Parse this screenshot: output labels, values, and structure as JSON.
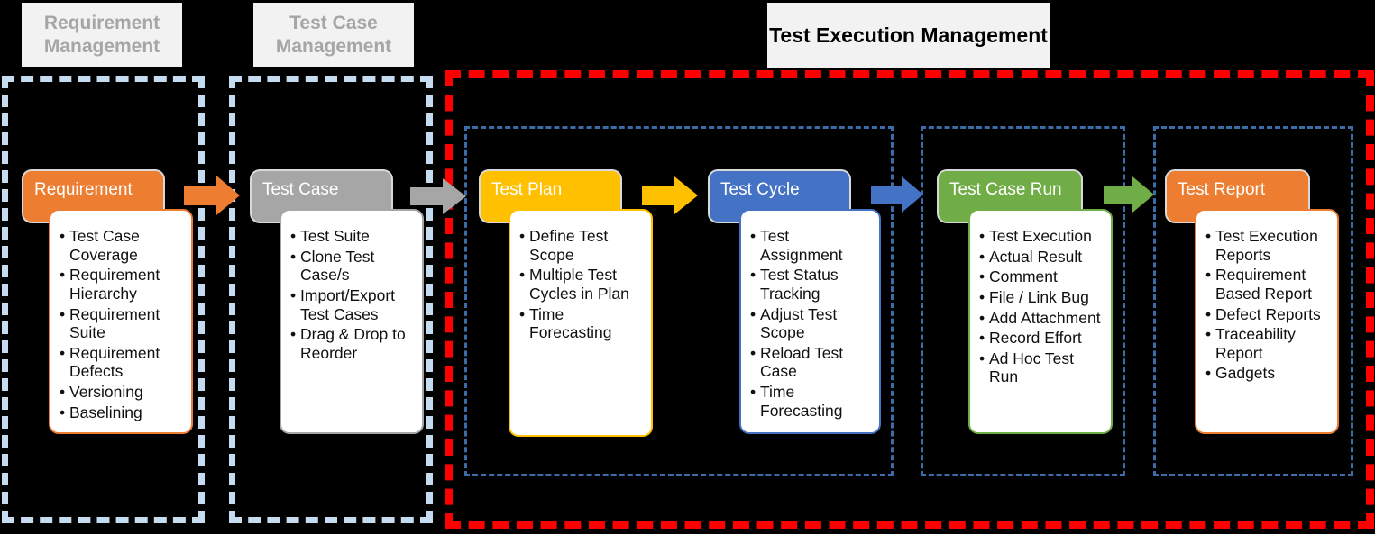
{
  "colors": {
    "background": "#000000",
    "header_bg": "#F2F2F2",
    "header_muted_text": "#A6A6A6",
    "header_strong_text": "#000000",
    "group_border_light_blue": "#C5DCF0",
    "group_border_red": "#FF0000",
    "inner_border_blue": "#3B6CA8",
    "orange": "#ED7D31",
    "gray": "#A6A6A6",
    "yellow": "#FFC000",
    "blue": "#4472C4",
    "green": "#70AD47"
  },
  "group_headers": [
    {
      "label": "Requirement Management",
      "emphasis": "muted"
    },
    {
      "label": "Test Case Management",
      "emphasis": "muted"
    },
    {
      "label": "Test Execution Management",
      "emphasis": "strong"
    }
  ],
  "stages": [
    {
      "title": "Requirement",
      "color": "#ED7D31",
      "items": [
        "Test Case Coverage",
        "Requirement Hierarchy",
        "Requirement Suite",
        "Requirement Defects",
        "Versioning",
        "Baselining"
      ]
    },
    {
      "title": "Test Case",
      "color": "#A6A6A6",
      "items": [
        "Test Suite",
        "Clone Test Case/s",
        "Import/Export Test Cases",
        "Drag & Drop to Reorder"
      ]
    },
    {
      "title": "Test Plan",
      "color": "#FFC000",
      "items": [
        "Define Test Scope",
        "Multiple Test Cycles in Plan",
        "Time Forecasting"
      ]
    },
    {
      "title": "Test Cycle",
      "color": "#4472C4",
      "items": [
        "Test Assignment",
        "Test Status Tracking",
        "Adjust Test Scope",
        "Reload Test Case",
        "Time Forecasting"
      ]
    },
    {
      "title": "Test Case Run",
      "color": "#70AD47",
      "items": [
        "Test Execution",
        "Actual Result",
        "Comment",
        "File / Link Bug",
        "Add Attachment",
        "Record Effort",
        "Ad Hoc Test Run"
      ]
    },
    {
      "title": "Test Report",
      "color": "#ED7D31",
      "items": [
        "Test Execution Reports",
        "Requirement Based Report",
        "Defect Reports",
        "Traceability Report",
        "Gadgets"
      ]
    }
  ],
  "arrows": [
    {
      "name": "arrow-requirement-to-test-case",
      "color": "#ED7D31"
    },
    {
      "name": "arrow-test-case-to-test-plan",
      "color": "#A6A6A6"
    },
    {
      "name": "arrow-test-plan-to-test-cycle",
      "color": "#FFC000"
    },
    {
      "name": "arrow-test-cycle-to-test-case-run",
      "color": "#4472C4"
    },
    {
      "name": "arrow-test-case-run-to-test-report",
      "color": "#70AD47"
    }
  ]
}
